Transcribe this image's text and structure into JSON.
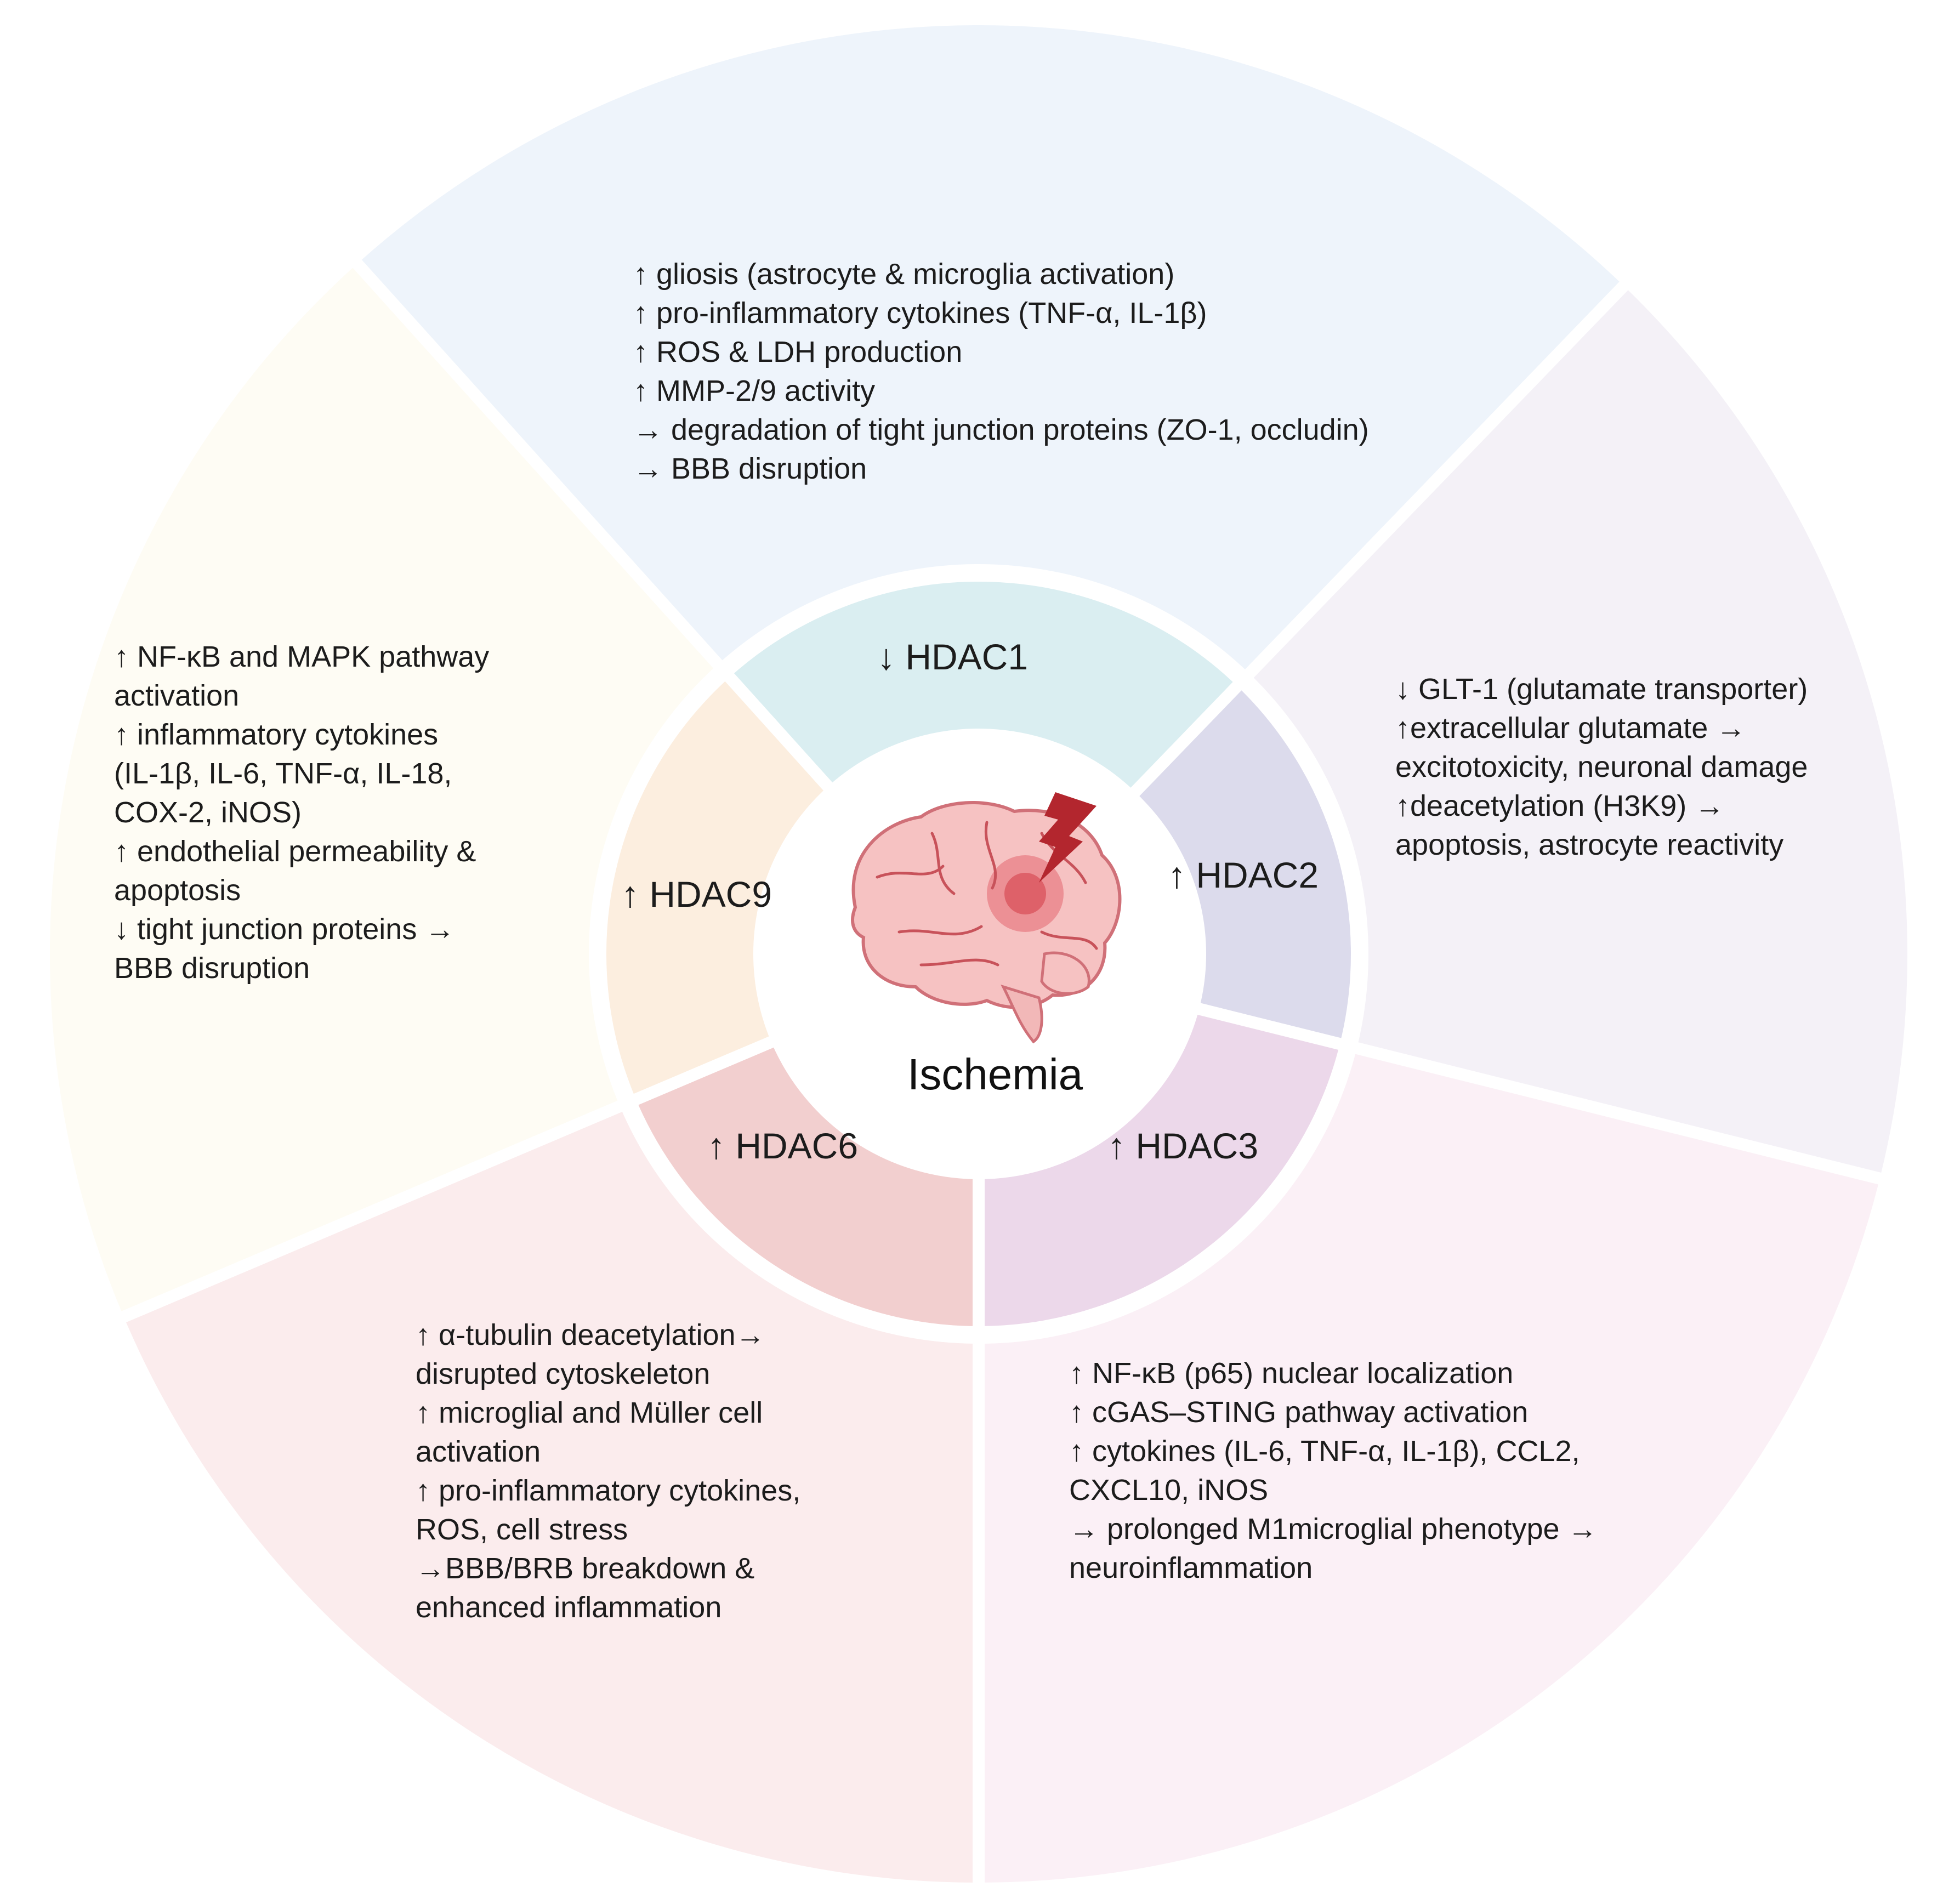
{
  "colors": {
    "outer_hdac1": "#eef4fb",
    "outer_hdac2": "#f4f1f7",
    "outer_hdac3": "#fbf0f6",
    "outer_hdac6": "#fbeced",
    "outer_hdac9": "#fefcf4",
    "inner_hdac1": "#daeef1",
    "inner_hdac2": "#dcdbec",
    "inner_hdac3": "#ecd8ea",
    "inner_hdac6": "#f2cfcf",
    "inner_hdac9": "#fceedf",
    "separator": "#ffffff",
    "brain_fill": "#f6c2c2",
    "brain_line": "#c8525a",
    "lightning": "#b3262e"
  },
  "center": {
    "label": "Ischemia",
    "icons": [
      "brain-icon",
      "lightning-icon"
    ]
  },
  "sectors": {
    "hdac1": {
      "label": "↓ HDAC1",
      "effects": [
        "↑ gliosis (astrocyte & microglia activation)",
        "↑ pro-inflammatory cytokines (TNF-α, IL-1β)",
        "↑ ROS & LDH production",
        "↑ MMP-2/9 activity",
        "→ degradation of tight junction proteins (ZO-1, occludin)",
        "→ BBB disruption"
      ]
    },
    "hdac2": {
      "label": "↑ HDAC2",
      "effects": [
        "↓ GLT-1 (glutamate transporter)",
        "↑extracellular glutamate →",
        "excitotoxicity, neuronal damage",
        "↑deacetylation (H3K9) →",
        "apoptosis, astrocyte reactivity"
      ]
    },
    "hdac3": {
      "label": "↑ HDAC3",
      "effects": [
        "↑ NF-κB (p65) nuclear localization",
        "↑ cGAS–STING pathway activation",
        "↑ cytokines (IL-6, TNF-α, IL-1β), CCL2,",
        "CXCL10, iNOS",
        " → prolonged M1microglial phenotype →",
        "neuroinflammation"
      ]
    },
    "hdac6": {
      "label": "↑ HDAC6",
      "effects": [
        "↑ α-tubulin deacetylation→",
        "disrupted cytoskeleton",
        "↑ microglial and Müller cell",
        "activation",
        "↑ pro-inflammatory cytokines,",
        "ROS, cell stress",
        "→BBB/BRB breakdown &",
        "enhanced inflammation"
      ]
    },
    "hdac9": {
      "label": "↑ HDAC9",
      "effects": [
        "↑ NF-κB and MAPK pathway",
        "activation",
        "↑ inflammatory cytokines",
        "(IL-1β, IL-6, TNF-α, IL-18,",
        "COX-2, iNOS)",
        "↑ endothelial permeability &",
        "apoptosis",
        "↓ tight junction proteins →",
        "BBB disruption"
      ]
    }
  }
}
